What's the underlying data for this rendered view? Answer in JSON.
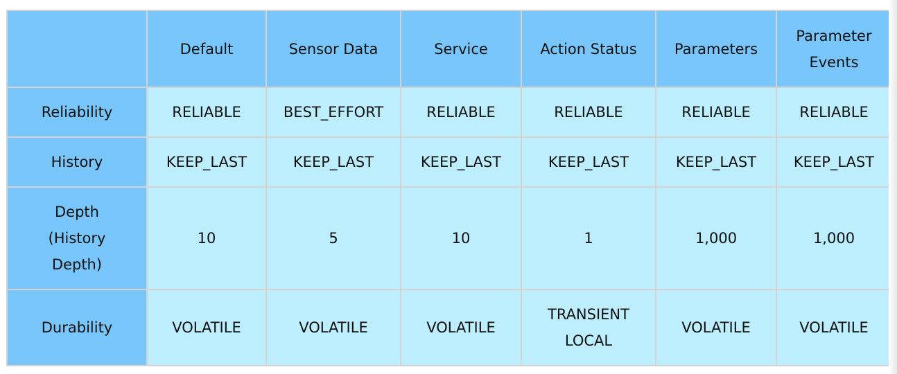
{
  "table": {
    "corner": "",
    "columns": [
      "Default",
      "Sensor Data",
      "Service",
      "Action Status",
      "Parameters",
      "Parameter\nEvents"
    ],
    "rows": [
      {
        "label": "Reliability",
        "cells": [
          "RELIABLE",
          "BEST_EFFORT",
          "RELIABLE",
          "RELIABLE",
          "RELIABLE",
          "RELIABLE"
        ]
      },
      {
        "label": "History",
        "cells": [
          "KEEP_LAST",
          "KEEP_LAST",
          "KEEP_LAST",
          "KEEP_LAST",
          "KEEP_LAST",
          "KEEP_LAST"
        ]
      },
      {
        "label": "Depth\n(History\nDepth)",
        "cells": [
          "10",
          "5",
          "10",
          "1",
          "1,000",
          "1,000"
        ]
      },
      {
        "label": "Durability",
        "cells": [
          "VOLATILE",
          "VOLATILE",
          "VOLATILE",
          "TRANSIENT\nLOCAL",
          "VOLATILE",
          "VOLATILE"
        ]
      }
    ]
  },
  "colors": {
    "header_bg": "#78c6fb",
    "cell_bg": "#bdeefd",
    "border": "#d3d3d3"
  }
}
